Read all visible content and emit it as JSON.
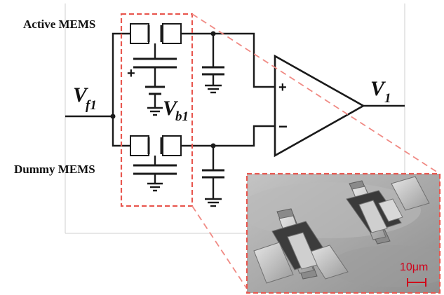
{
  "labels": {
    "active_mems": "Active MEMS",
    "dummy_mems": "Dummy MEMS",
    "input_voltage_main": "V",
    "input_voltage_sub": "f1",
    "bias_voltage_main": "V",
    "bias_voltage_sub": "b1",
    "output_voltage_main": "V",
    "output_voltage_sub": "1",
    "opamp_plus": "+",
    "opamp_minus": "−",
    "bias_plus": "+",
    "scale_bar": "10μm"
  },
  "colors": {
    "wire": "#1a1a1a",
    "highlight": "#e8574f",
    "scale_bar": "#d0021b",
    "sem_background": "#a8a8a8"
  },
  "inset": {
    "kind": "SEM micrograph of two MEMS devices"
  }
}
